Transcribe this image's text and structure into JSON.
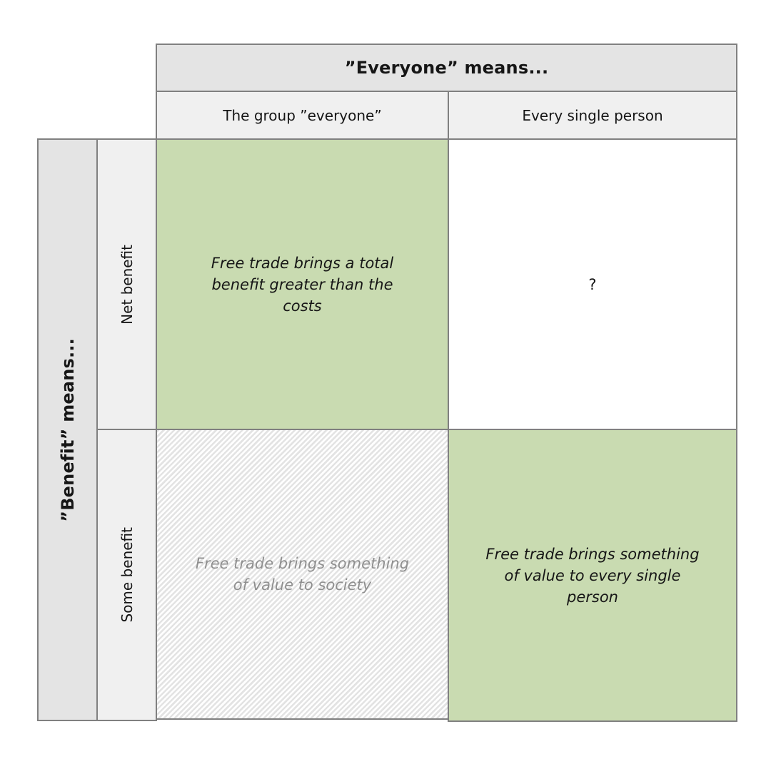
{
  "colors": {
    "highlight_green": "#c9dbb1",
    "header_fill": "#e4e4e4",
    "subheader_fill": "#f0f0f0",
    "border": "#808080",
    "hatch_stripe": "#e3e3e3",
    "muted_text": "#8f8f8f",
    "text_dark": "#161616"
  },
  "matrix": {
    "column_axis_title": "”Everyone” means...",
    "column_headers": [
      "The group ”everyone”",
      "Every single person"
    ],
    "row_axis_title": "”Benefit” means...",
    "row_headers": [
      "Net benefit",
      "Some benefit"
    ],
    "cells": [
      {
        "id": "net-benefit-group",
        "text": "Free trade brings a total\nbenefit greater than the\ncosts"
      },
      {
        "id": "net-benefit-person",
        "text": "?"
      },
      {
        "id": "some-benefit-group",
        "text": "Free trade brings something\nof value to society"
      },
      {
        "id": "some-benefit-person",
        "text": "Free trade brings something\nof value to every single\nperson"
      }
    ]
  }
}
